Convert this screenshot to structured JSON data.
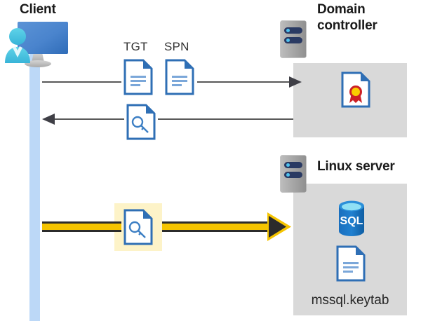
{
  "diagram": {
    "title_client": "Client",
    "title_domain_controller": "Domain\ncontroller",
    "title_linux_server": "Linux server",
    "labels": {
      "tgt": "TGT",
      "spn": "SPN",
      "keytab_file": "mssql.keytab"
    },
    "icons": {
      "client": "client-workstation-icon",
      "dc_server": "server-icon",
      "linux_server": "server-icon",
      "tgt_document": "document-icon",
      "spn_document": "document-icon",
      "key_document_1": "key-document-icon",
      "key_document_2": "key-document-icon",
      "certificate": "certificate-document-icon",
      "sql_database": "sql-database-icon",
      "keytab_document": "document-icon"
    },
    "arrows": [
      {
        "name": "client-to-dc-request",
        "direction": "right",
        "style": "gray"
      },
      {
        "name": "dc-to-client-response",
        "direction": "left",
        "style": "gray"
      },
      {
        "name": "client-to-linux-auth",
        "direction": "right",
        "style": "yellow-highlight"
      }
    ],
    "colors": {
      "lifeline": "#bcd8f7",
      "panel": "#d9d9d9",
      "highlight": "#fdf3c8",
      "arrow_gray": "#595959",
      "arrow_yellow": "#ffd700",
      "arrow_yellow_outline": "#2b2b2b",
      "doc_blue": "#2f6fb5",
      "sql_blue": "#1a72c0",
      "seal_red": "#cc2026",
      "seal_gold": "#f9cd00",
      "server_navy": "#2a3a63",
      "server_led": "#4ec3f0",
      "title_text": "#1a1a1a"
    }
  }
}
